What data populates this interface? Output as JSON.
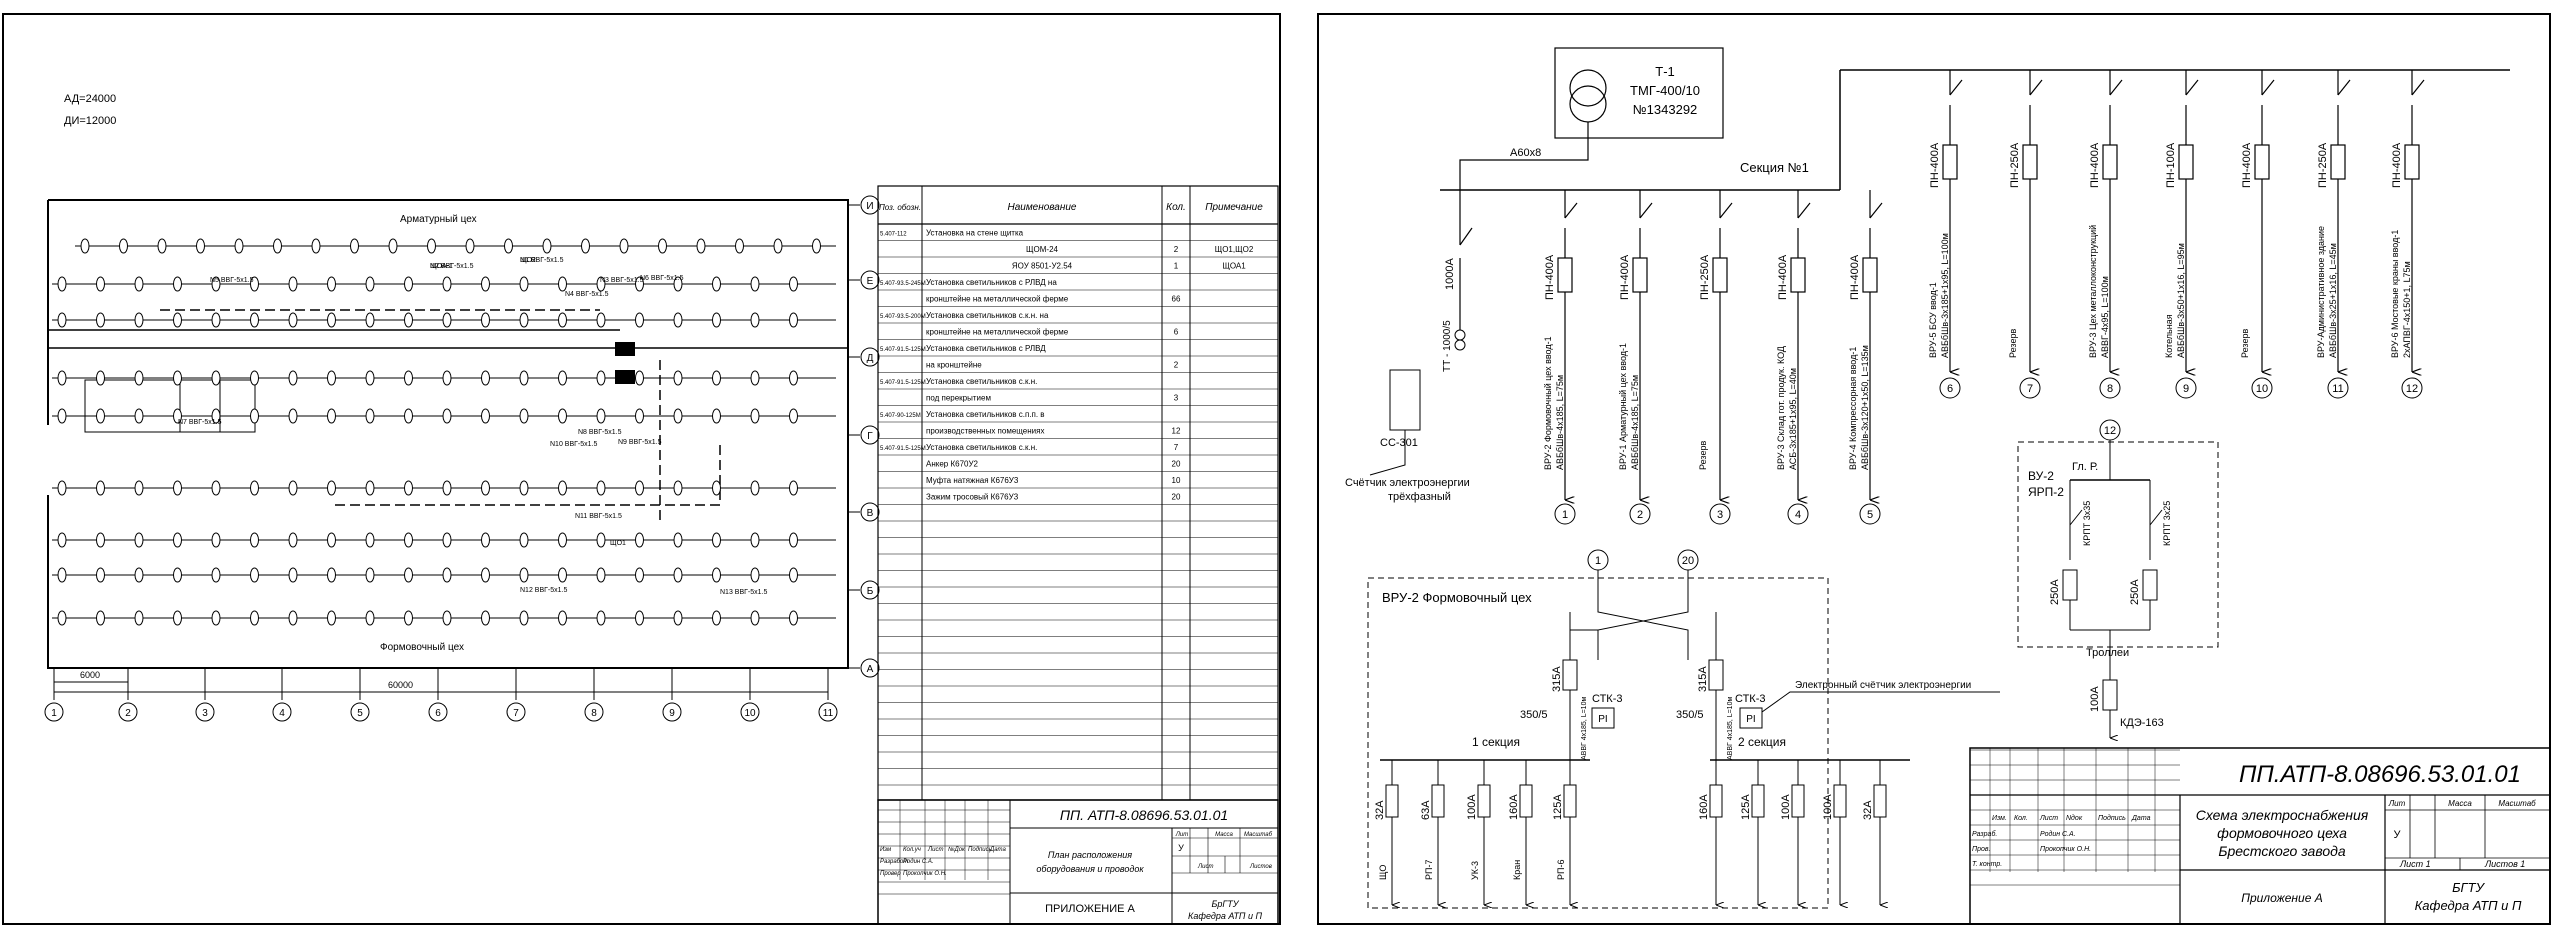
{
  "left_sheet": {
    "notes": [
      "АД=24000",
      "ДИ=12000"
    ],
    "hall_labels": [
      "Арматурный цех",
      "Формовочный цех"
    ],
    "axis_letters": [
      "И",
      "Е",
      "Д",
      "Г",
      "В",
      "Б",
      "А"
    ],
    "axis_numbers": [
      "1",
      "2",
      "3",
      "4",
      "5",
      "6",
      "7",
      "8",
      "9",
      "10",
      "11"
    ],
    "dim_small": "6000",
    "dim_large": "60000",
    "cable_labels": [
      "N1 ВВГ-5x1.5",
      "N2 ВВГ-5x1.5",
      "N3 ВВГ-5x1.5",
      "N4 ВВГ-5x1.5",
      "N5 ВВГ-5x1.5",
      "N6 ВВГ-5x1.5",
      "N7 ВВГ-5x1.5",
      "N8 ВВГ-5x1.5",
      "N9 ВВГ-5x1.5",
      "N10 ВВГ-5x1.5",
      "N11 ВВГ-5x1.5",
      "N12 ВВГ-5x1.5",
      "N13 ВВГ-5x1.5",
      "ЩО1",
      "ЩО2",
      "ЩОА-1"
    ],
    "spec_headers": [
      "Поз. обозн.",
      "Наименование",
      "Кол.",
      "Примечание"
    ],
    "spec_rows": [
      {
        "pos": "5.407-112",
        "name": "Установка на стене щитка",
        "qty": "",
        "note": ""
      },
      {
        "pos": "",
        "name": "ЩОМ-24",
        "qty": "2",
        "note": "ЩО1,ЩО2"
      },
      {
        "pos": "",
        "name": "ЯОУ 8501-У2.54",
        "qty": "1",
        "note": "ЩОА1"
      },
      {
        "pos": "5.407-93.5-245М",
        "name": "Установка светильников с РЛВД на",
        "qty": "",
        "note": ""
      },
      {
        "pos": "",
        "name": "кронштейне на металлической ферме",
        "qty": "66",
        "note": ""
      },
      {
        "pos": "5.407-93.5-200М",
        "name": "Установка светильников с.к.н. на",
        "qty": "",
        "note": ""
      },
      {
        "pos": "",
        "name": "кронштейне на металлической ферме",
        "qty": "6",
        "note": ""
      },
      {
        "pos": "5.407-91.5-125М",
        "name": "Установка светильников с РЛВД",
        "qty": "",
        "note": ""
      },
      {
        "pos": "",
        "name": "на кронштейне",
        "qty": "2",
        "note": ""
      },
      {
        "pos": "5.407-91.5-125М",
        "name": "Установка светильников с.к.н.",
        "qty": "",
        "note": ""
      },
      {
        "pos": "",
        "name": "под перекрытием",
        "qty": "3",
        "note": ""
      },
      {
        "pos": "5.407-90-125М",
        "name": "Установка светильников с.п.п. в",
        "qty": "",
        "note": ""
      },
      {
        "pos": "",
        "name": "производственных помещениях",
        "qty": "12",
        "note": ""
      },
      {
        "pos": "5.407-91.5-125М",
        "name": "Установка светильников с.к.н.",
        "qty": "7",
        "note": ""
      },
      {
        "pos": "",
        "name": "Анкер К670У2",
        "qty": "20",
        "note": ""
      },
      {
        "pos": "",
        "name": "Муфта натяжная К676У3",
        "qty": "10",
        "note": ""
      },
      {
        "pos": "",
        "name": "Зажим тросовый К676У3",
        "qty": "20",
        "note": ""
      }
    ],
    "stamp": {
      "code": "ПП. АТП-8.08696.53.01.01",
      "title": "План расположения оборудования и проводок",
      "appendix": "ПРИЛОЖЕНИЕ А",
      "org": "БрГТУ Кафедра АТП и П",
      "cols": [
        "Изм",
        "Кол.уч",
        "Лист",
        "№Док",
        "Подпись",
        "Дата"
      ],
      "roles": [
        "Разработ",
        "Провер"
      ],
      "names": [
        "Родин С.А.",
        "Прокопчик О.Н."
      ],
      "lit_hdr": [
        "Лит",
        "Масса",
        "Масштаб"
      ],
      "sheet_hdr": [
        "Лист",
        "Листов"
      ],
      "lit": "У"
    }
  },
  "right_sheet": {
    "transformer": {
      "name": "Т-1",
      "type": "ТМГ-400/10",
      "serial": "№1343292"
    },
    "busbar": "А60х8",
    "section_label": "Секция №1",
    "main_switch": "1000А",
    "ct_label": "ТТ - 1000/5",
    "meter": "СС-301",
    "meter_note": [
      "Счётчик электроэнергии",
      "трёхфазный"
    ],
    "lower_feeders": [
      {
        "rating": "ПН-400А",
        "text": "ВРУ-2 Формовочный цех ввод-1",
        "cable": "АВБбШв-4х185, L=75м",
        "num": "1"
      },
      {
        "rating": "ПН-400А",
        "text": "ВРУ-1 Арматурный цех ввод-1",
        "cable": "АВБбШв-4х185, L=75м",
        "num": "2"
      },
      {
        "rating": "ПН-250А",
        "text": "Резерв",
        "cable": "",
        "num": "3"
      },
      {
        "rating": "ПН-400А",
        "text": "ВРУ-3 Склад гот. продук. КОД",
        "cable": "АСБ-3х185+1х95, L=40м",
        "num": "4"
      },
      {
        "rating": "ПН-400А",
        "text": "ВРУ-4 Компрессорная ввод-1",
        "cable": "АВБбШв-3х120+1х50, L=135м",
        "num": "5"
      }
    ],
    "upper_feeders": [
      {
        "rating": "ПН-400А",
        "text": "ВРУ-5 БСУ ввод-1",
        "cable": "АВБбШв-3х185+1х95, L=100м",
        "num": "6"
      },
      {
        "rating": "ПН-250А",
        "text": "Резерв",
        "cable": "",
        "num": "7"
      },
      {
        "rating": "ПН-400А",
        "text": "ВРУ-3 Цех металлоконструкций",
        "cable": "АВВГ-4х95, L=100м",
        "num": "8"
      },
      {
        "rating": "ПН-100А",
        "text": "Котельная",
        "cable": "АВБбШв-3х50+1х16, L=95м",
        "num": "9"
      },
      {
        "rating": "ПН-400А",
        "text": "Резерв",
        "cable": "",
        "num": "10"
      },
      {
        "rating": "ПН-250А",
        "text": "ВРУ-Административное здание",
        "cable": "АВБбШв-3х25+1х16, L=45м",
        "num": "11"
      },
      {
        "rating": "ПН-400А",
        "text": "ВРУ-6 Мостовые краны ввод-1",
        "cable": "2хАПВГ-4х150+1, L75м",
        "num": "12"
      }
    ],
    "vru2_title": "ВРУ-2 Формовочный цех",
    "vru2_inputs": [
      "1",
      "20"
    ],
    "vru2_fuses": [
      "315А",
      "315А"
    ],
    "ct": [
      "350/5",
      "350/5"
    ],
    "meters": [
      "СТК-3",
      "СТК-3"
    ],
    "pi": [
      "PI",
      "PI"
    ],
    "vru2_cable": "АВВГ 4х185, L=10м",
    "meter_el": "Электронный счётчик электроэнергии",
    "section1": "1 секция",
    "section2": "2 секция",
    "sec1_feeders": [
      {
        "rating": "32А",
        "name": "ЩО"
      },
      {
        "rating": "63А",
        "name": "РП-7"
      },
      {
        "rating": "100А",
        "name": "УК-3"
      },
      {
        "rating": "160А",
        "name": "Кран"
      },
      {
        "rating": "125А",
        "name": "РП-6"
      }
    ],
    "sec2_ratings": [
      "160А",
      "125А",
      "100А",
      "100А",
      "32А"
    ],
    "vru2b": {
      "title": "ВУ-2",
      "sub": "ЯРП-2",
      "bus": "Гл. Р.",
      "inp": "12",
      "sw": [
        "КРПТ 3х35",
        "КРПТ 3х25"
      ],
      "fuse": [
        "250А",
        "250А"
      ],
      "trolley": "Троллеи",
      "out_fuse": "100А",
      "out": "КДЭ-163"
    },
    "stamp": {
      "code": "ПП.АТП-8.08696.53.01.01",
      "title": "Схема электроснабжения формовочного цеха Брестского завода",
      "appendix": "Приложение А",
      "org": "БГТУ Кафедра АТП и П",
      "cols": [
        "Изм.",
        "Кол.",
        "Лист",
        "Nдок",
        "Подпись",
        "Дата"
      ],
      "roles": [
        "Разраб.",
        "Пров.",
        "Т. контр."
      ],
      "names": [
        "Родин С.А.",
        "Прокопчик О.Н."
      ],
      "lit_hdr": [
        "Лит",
        "Масса",
        "Масштаб"
      ],
      "lit": "У",
      "sheet": "Лист 1",
      "sheets": "Листов 1"
    }
  }
}
